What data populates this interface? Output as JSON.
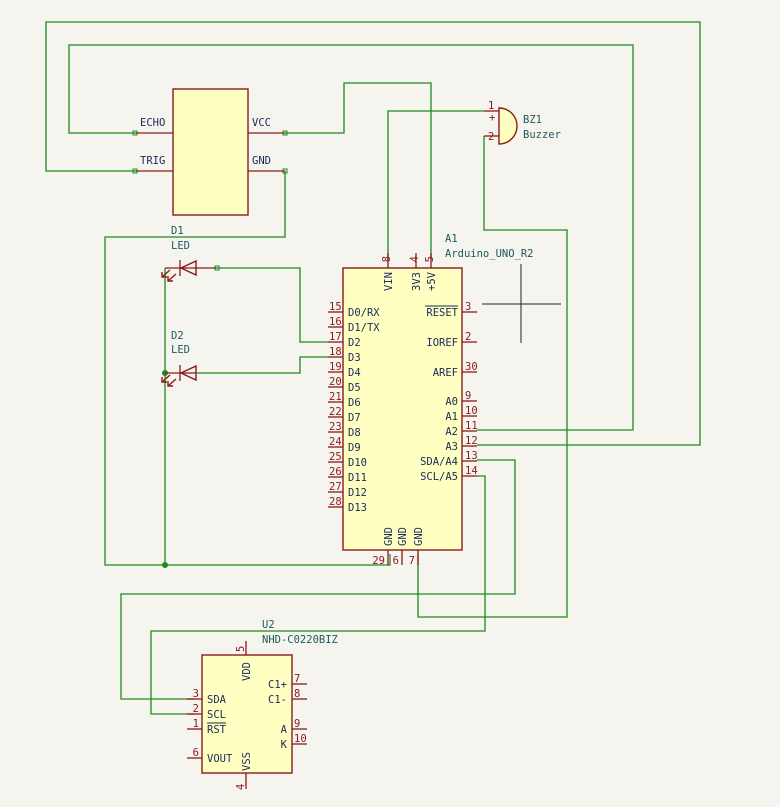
{
  "colors": {
    "wire": "#1e8a1e",
    "body": "#ffffc2",
    "outline": "#8b1a1a",
    "text": "#1a5a5a",
    "background": "#f5f4ef"
  },
  "sensor": {
    "pins": {
      "echo": "ECHO",
      "trig": "TRIG",
      "vcc": "VCC",
      "gnd": "GND"
    }
  },
  "buzzer": {
    "ref": "BZ1",
    "value": "Buzzer",
    "pin1": "1",
    "pin2": "2",
    "plus": "+"
  },
  "led1": {
    "ref": "D1",
    "value": "LED"
  },
  "led2": {
    "ref": "D2",
    "value": "LED"
  },
  "arduino": {
    "ref": "A1",
    "value": "Arduino_UNO_R2",
    "top_pins": [
      {
        "num": "8",
        "name": "VIN"
      },
      {
        "num": "4",
        "name": "3V3"
      },
      {
        "num": "5",
        "name": "+5V"
      }
    ],
    "left_pins": [
      {
        "num": "15",
        "name": "D0/RX"
      },
      {
        "num": "16",
        "name": "D1/TX"
      },
      {
        "num": "17",
        "name": "D2"
      },
      {
        "num": "18",
        "name": "D3"
      },
      {
        "num": "19",
        "name": "D4"
      },
      {
        "num": "20",
        "name": "D5"
      },
      {
        "num": "21",
        "name": "D6"
      },
      {
        "num": "22",
        "name": "D7"
      },
      {
        "num": "23",
        "name": "D8"
      },
      {
        "num": "24",
        "name": "D9"
      },
      {
        "num": "25",
        "name": "D10"
      },
      {
        "num": "26",
        "name": "D11"
      },
      {
        "num": "27",
        "name": "D12"
      },
      {
        "num": "28",
        "name": "D13"
      }
    ],
    "right_pins": [
      {
        "num": "3",
        "name": "RESET"
      },
      {
        "num": "2",
        "name": "IOREF"
      },
      {
        "num": "30",
        "name": "AREF"
      },
      {
        "num": "9",
        "name": "A0"
      },
      {
        "num": "10",
        "name": "A1"
      },
      {
        "num": "11",
        "name": "A2"
      },
      {
        "num": "12",
        "name": "A3"
      },
      {
        "num": "13",
        "name": "SDA/A4"
      },
      {
        "num": "14",
        "name": "SCL/A5"
      }
    ],
    "bottom_pins": [
      {
        "num": "29",
        "name": "GND"
      },
      {
        "num": "6",
        "name": "GND"
      },
      {
        "num": "7",
        "name": "GND"
      }
    ]
  },
  "lcd": {
    "ref": "U2",
    "value": "NHD-C0220BIZ",
    "left_pins": [
      {
        "num": "3",
        "name": "SDA"
      },
      {
        "num": "2",
        "name": "SCL"
      },
      {
        "num": "1",
        "name": "RST"
      },
      {
        "num": "6",
        "name": "VOUT"
      }
    ],
    "right_pins": [
      {
        "num": "7",
        "name": "C1+"
      },
      {
        "num": "8",
        "name": "C1-"
      },
      {
        "num": "9",
        "name": "A"
      },
      {
        "num": "10",
        "name": "K"
      }
    ],
    "top_pin": {
      "num": "5",
      "name": "VDD"
    },
    "bottom_pin": {
      "num": "4",
      "name": "VSS"
    }
  }
}
